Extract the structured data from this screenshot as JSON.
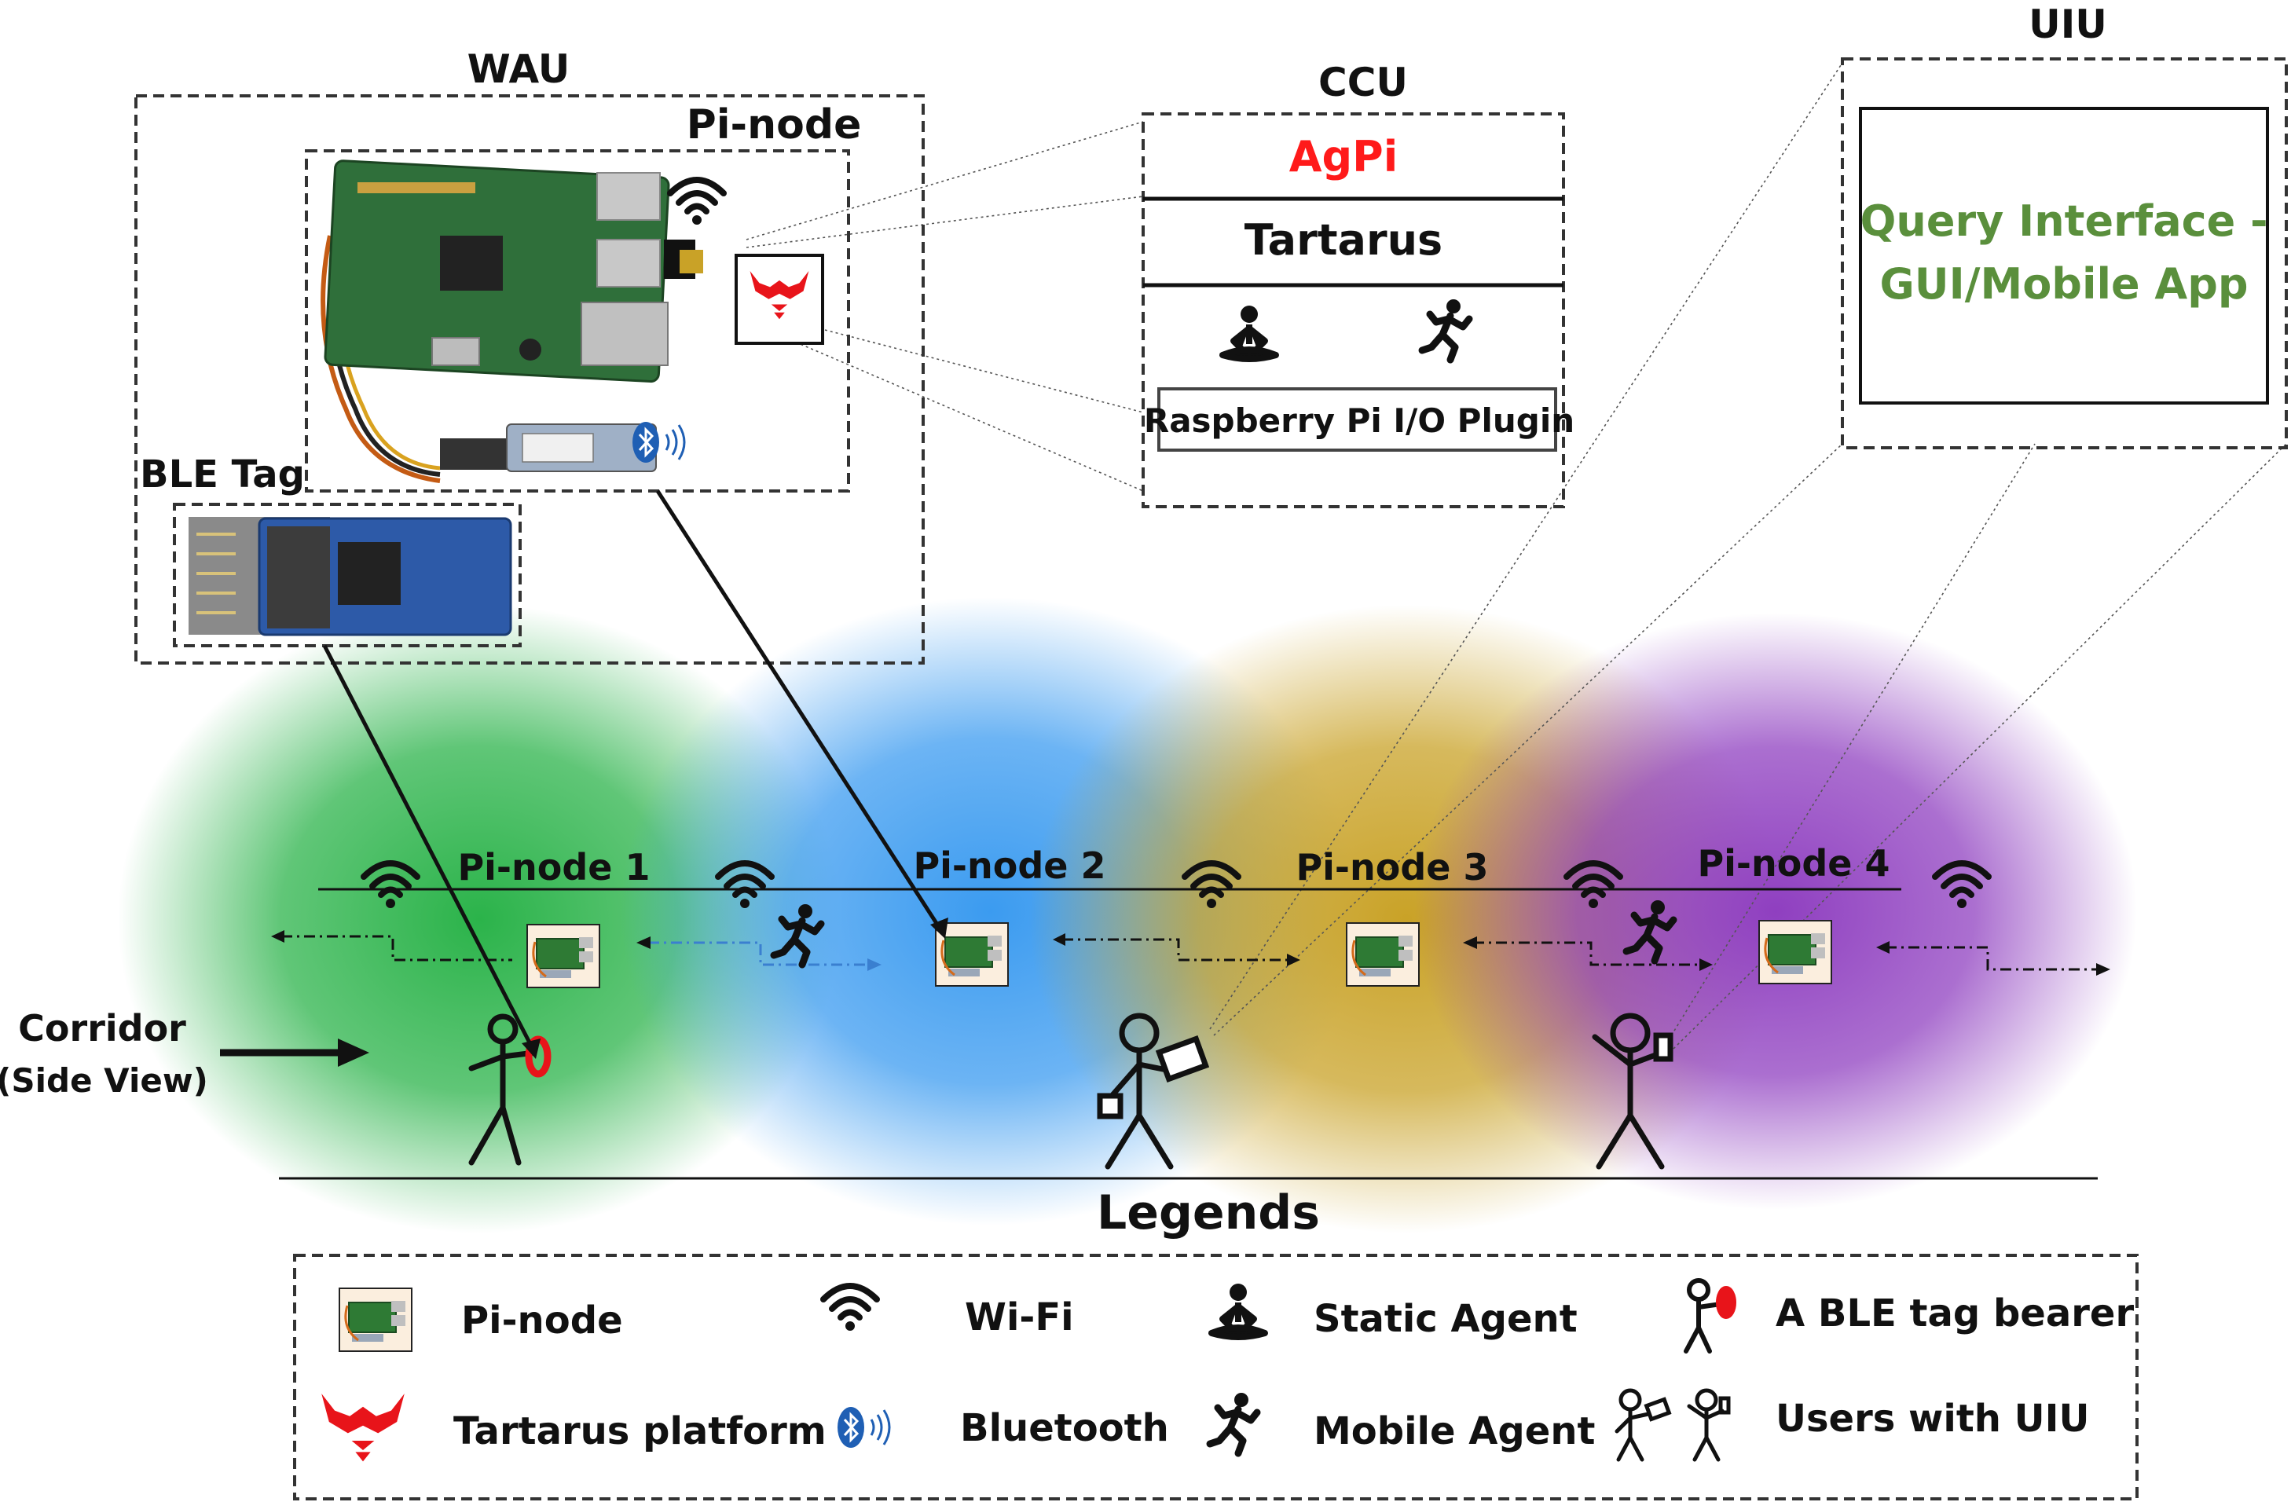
{
  "wau": {
    "title": "WAU",
    "pinode_label": "Pi-node",
    "ble_tag_label": "BLE Tag"
  },
  "ccu": {
    "title": "CCU",
    "layer_agpi": "AgPi",
    "layer_tartarus": "Tartarus",
    "layer_plugin": "Raspberry Pi I/O Plugin"
  },
  "uiu": {
    "title": "UIU",
    "query_line1": "Query Interface -",
    "query_line2": "GUI/Mobile App"
  },
  "corridor": {
    "label_line1": "Corridor",
    "label_line2": "(Side View)",
    "nodes": [
      "Pi-node 1",
      "Pi-node 2",
      "Pi-node 3",
      "Pi-node 4"
    ]
  },
  "legend": {
    "title": "Legends",
    "items": {
      "pinode": "Pi-node",
      "wifi": "Wi-Fi",
      "static_agent": "Static Agent",
      "ble_bearer": "A BLE tag bearer",
      "tartarus": "Tartarus platform",
      "bluetooth": "Bluetooth",
      "mobile_agent": "Mobile Agent",
      "users_uiu": "Users with UIU"
    }
  },
  "colors": {
    "agpi": "#ff1a1a",
    "query": "#5a8f3c",
    "zone1": "#2bb34a",
    "zone2": "#3b9bf0",
    "zone3": "#c9a227",
    "zone4": "#8f3fc0",
    "tag": "#e8141a",
    "bluetooth": "#1f5fb4"
  }
}
